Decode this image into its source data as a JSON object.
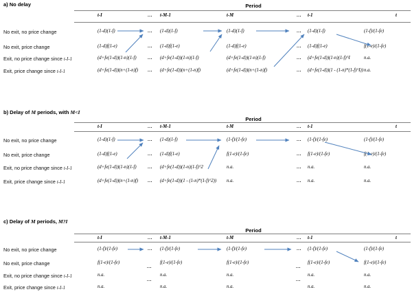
{
  "colors": {
    "arrow": "#4f81bd",
    "rule": "#7f7f7f",
    "text": "#000000"
  },
  "panels": [
    {
      "title_seg1": "a) No delay",
      "title_var1": "",
      "title_seg2": "",
      "title_var2": "",
      "period_label": "Period",
      "headers": [
        "t-I",
        "...",
        "t-M-1",
        "t-M",
        "...",
        "t-1",
        "t"
      ],
      "rows": [
        {
          "label": "No exit, no price change",
          "label_var": "",
          "cells": [
            "(1-d)(1-f)",
            "...",
            "(1-d)(1-f)",
            "(1-d)(1-f)",
            "...",
            "(1-d)(1-f)",
            "(1-f)/(1-fe)"
          ]
        },
        {
          "label": "No exit, price change",
          "label_var": "",
          "cells": [
            "(1-d)f(1-e)",
            "...",
            "(1-d)f(1-e)",
            "(1-d)f(1-e)",
            "...",
            "(1-d)f(1-e)",
            "f(1-e)/(1-fe)"
          ]
        },
        {
          "label": "Exit, no price change since ",
          "label_var": "t-I-1",
          "cells": [
            "(d+fe(1-d))(1-n)(1-f)",
            "...",
            "(d+fe(1-d))(1-n)(1-f)",
            "(d+fe(1-d))(1-n)(1-f)",
            "...",
            "(d+fe(1-d))(1-n)(1-f)^I",
            "n.a."
          ]
        },
        {
          "label": "Exit, price change since ",
          "label_var": "t-I-1",
          "cells": [
            "(d+fe(1-d))(n+(1-n)f)",
            "...",
            "(d+fe(1-d))(n+(1-n)f)",
            "(d+fe(1-d))(n+(1-n)f)",
            "...",
            "(d+fe(1-d))(1 - (1-n)*(1-f)^I))",
            "n.a."
          ]
        }
      ]
    },
    {
      "title_seg1": "b) Delay of ",
      "title_var1": "M",
      "title_seg2": " periods, with ",
      "title_var2": "M<I",
      "period_label": "Period",
      "headers": [
        "t-I",
        "...",
        "t-M-1",
        "t-M",
        "...",
        "t-1",
        "t"
      ],
      "rows": [
        {
          "label": "No exit, no price change",
          "label_var": "",
          "cells": [
            "(1-d)(1-f)",
            "...",
            "(1-d)(1-f)",
            "(1-f)/(1-fe)",
            "...",
            "(1-f)/(1-fe)",
            "(1-f)/(1-fe)"
          ]
        },
        {
          "label": "No exit, price change",
          "label_var": "",
          "cells": [
            "(1-d)f(1-e)",
            "...",
            "(1-d)f(1-e)",
            "f(1-e)/(1-fe)",
            "...",
            "f(1-e)/(1-fe)",
            "f(1-e)/(1-fe)"
          ]
        },
        {
          "label": "Exit, no price change since ",
          "label_var": "t-I-1",
          "cells": [
            "(d+fe(1-d))(1-n)(1-f)",
            "...",
            "(d+fe(1-d))(1-n)(1-f)^2",
            "n.a.",
            "...",
            "n.a.",
            "n.a."
          ]
        },
        {
          "label": "Exit, price change since ",
          "label_var": "t-I-1",
          "cells": [
            "(d+fe(1-d))(n+(1-n)f)",
            "...",
            "(d+fe(1-d))(1 - (1-n)*(1-f)^2))",
            "n.a.",
            "...",
            "n.a.",
            "n.a."
          ]
        }
      ]
    },
    {
      "title_seg1": "c) Delay of ",
      "title_var1": "M",
      "title_seg2": " periods, ",
      "title_var2": "M?I",
      "period_label": "Period",
      "headers": [
        "t-I",
        "...",
        "t-M-1",
        "t-M",
        "...",
        "t-1",
        "t"
      ],
      "mid_dots": [
        "...",
        "...",
        "...",
        "..."
      ],
      "rows": [
        {
          "label": "No exit, no price change",
          "label_var": "",
          "cells": [
            "(1-f)/(1-fe)",
            "...",
            "(1-f)/(1-fe)",
            "(1-f)/(1-fe)",
            "...",
            "(1-f)/(1-fe)",
            "(1-f)/(1-fe)"
          ]
        },
        {
          "label": "No exit, price change",
          "label_var": "",
          "cells": [
            "f(1-e)/(1-fe)",
            "",
            "f(1-e)/(1-fe)",
            "f(1-e)/(1-fe)",
            "",
            "f(1-e)/(1-fe)",
            "f(1-e)/(1-fe)"
          ]
        },
        {
          "label": "Exit, no price change since ",
          "label_var": "t-I-1",
          "cells": [
            "n.a.",
            "",
            "n.a.",
            "n.a.",
            "",
            "n.a.",
            "n.a."
          ]
        },
        {
          "label": "Exit, price change since ",
          "label_var": "t-I-1",
          "cells": [
            "n.a.",
            "",
            "n.a.",
            "n.a.",
            "",
            "n.a.",
            "n.a."
          ]
        }
      ]
    }
  ]
}
